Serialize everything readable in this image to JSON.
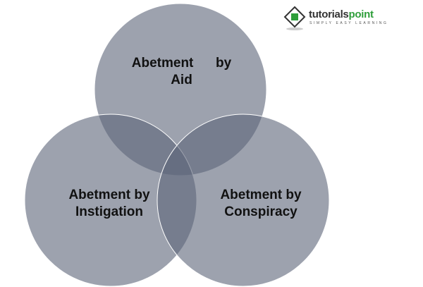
{
  "diagram": {
    "circles": [
      {
        "id": "aid",
        "label_line1": "Abetment      by",
        "label_line2": "Aid"
      },
      {
        "id": "instigation",
        "label_line1": "Abetment by",
        "label_line2": "Instigation"
      },
      {
        "id": "conspiracy",
        "label_line1": "Abetment by",
        "label_line2": "Conspiracy"
      }
    ],
    "fill_color": "#5c6478"
  },
  "logo": {
    "name_part1": "tutorials",
    "name_part2": "point",
    "tagline": "SIMPLY EASY LEARNING"
  }
}
